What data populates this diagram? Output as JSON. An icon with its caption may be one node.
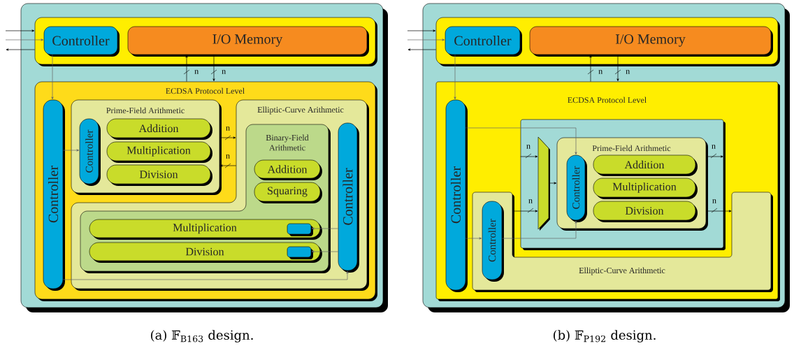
{
  "diagram": {
    "nodes": [
      {
        "text": [],
        "shape": "box",
        "beside": [
          "(a) 𝔽$_{B163}$ design."
        ]
      },
      {
        "text": [],
        "shape": "box",
        "in": 0
      },
      {
        "text": [
          "Controller"
        ],
        "in": 1
      },
      {
        "text": [
          "I/O Memory"
        ],
        "in": 1
      },
      {
        "text": [
          "ECDSA Protocol Level"
        ],
        "in": 0
      },
      {
        "text": [
          "Controller"
        ],
        "in": 4
      },
      {
        "text": [
          "Prime-Field Arithmetic"
        ],
        "in": 4
      },
      {
        "text": [
          "Controller"
        ],
        "in": 6
      },
      {
        "text": [
          "Addition"
        ],
        "in": 6
      },
      {
        "text": [
          "Multiplication"
        ],
        "in": 6
      },
      {
        "text": [
          "Division"
        ],
        "in": 6
      },
      {
        "text": [
          "Elliptic-Curve Arithmetic"
        ],
        "in": 4
      },
      {
        "text": [
          "Binary-Field Arithmetic"
        ],
        "in": 11
      },
      {
        "text": [
          "Addition"
        ],
        "in": 12
      },
      {
        "text": [
          "Squaring"
        ],
        "in": 12
      },
      {
        "text": [
          "Multiplication"
        ],
        "in": 12
      },
      {
        "text": [],
        "shape": "box",
        "in": 15
      },
      {
        "text": [
          "Division"
        ],
        "in": 12
      },
      {
        "text": [],
        "shape": "box",
        "in": 17
      },
      {
        "text": [
          "Controller"
        ],
        "in": 11
      },
      {
        "text": [],
        "shape": "box",
        "beside": [
          "(b) 𝔽$_{P192}$ design."
        ]
      },
      {
        "text": [],
        "shape": "box",
        "in": 20
      },
      {
        "text": [
          "Controller"
        ],
        "in": 21
      },
      {
        "text": [
          "I/O Memory"
        ],
        "in": 21
      },
      {
        "text": [
          "ECDSA Protocol Level"
        ],
        "in": 20
      },
      {
        "text": [
          "Controller"
        ],
        "in": 24
      },
      {
        "text": [
          "Elliptic-Curve Arithmetic"
        ],
        "in": 24
      },
      {
        "text": [
          "Controller"
        ],
        "in": 26
      },
      {
        "text": [],
        "shape": "box",
        "in": 24
      },
      {
        "text": [],
        "shape": "trapezoid",
        "in": 28
      },
      {
        "text": [
          "Prime-Field Arithmetic"
        ],
        "in": 28
      },
      {
        "text": [
          "Controller"
        ],
        "in": 30
      },
      {
        "text": [
          "Addition"
        ],
        "in": 30
      },
      {
        "text": [
          "Multiplication"
        ],
        "in": 30
      },
      {
        "text": [
          "Division"
        ],
        "in": 30
      }
    ],
    "edges": [
      {
        "from": null,
        "to": 1,
        "arrow": "to"
      },
      {
        "from": null,
        "to": 2,
        "arrow": "to",
        "color": "#666666"
      },
      {
        "from": 1,
        "to": null,
        "arrow": "to"
      },
      {
        "from": 2,
        "to": 5,
        "arrow": "to",
        "color": "#666666"
      },
      {
        "from": 4,
        "to": 3,
        "arrow": "to",
        "label": "n"
      },
      {
        "from": 3,
        "to": 4,
        "arrow": "to",
        "label": "n"
      },
      {
        "from": 5,
        "to": 7,
        "arrow": "to",
        "color": "#666666"
      },
      {
        "from": 6,
        "to": 11,
        "arrow": "to",
        "label": "n"
      },
      {
        "from": 11,
        "to": 6,
        "arrow": "to",
        "label": "n"
      },
      {
        "from": 19,
        "to": 16,
        "arrow": "to",
        "color": "#666666"
      },
      {
        "from": 19,
        "to": 18,
        "arrow": "to",
        "color": "#666666"
      },
      {
        "from": 5,
        "to": 19,
        "arrow": "to",
        "color": "#666666"
      },
      {
        "from": null,
        "to": 21,
        "arrow": "to"
      },
      {
        "from": null,
        "to": 22,
        "arrow": "to",
        "color": "#666666"
      },
      {
        "from": 21,
        "to": null,
        "arrow": "to"
      },
      {
        "from": 22,
        "to": 25,
        "arrow": "to",
        "color": "#666666"
      },
      {
        "from": 24,
        "to": 23,
        "arrow": "to",
        "label": "n"
      },
      {
        "from": 23,
        "to": 24,
        "arrow": "to",
        "label": "n"
      },
      {
        "from": 25,
        "to": 31,
        "arrow": "to",
        "color": "#666666"
      },
      {
        "from": 25,
        "to": 27,
        "arrow": "to",
        "color": "#666666"
      },
      {
        "from": 27,
        "to": 31,
        "arrow": "to",
        "color": "#666666"
      },
      {
        "from": 28,
        "to": 29,
        "arrow": "to",
        "label": "n"
      },
      {
        "from": 26,
        "to": 29,
        "arrow": "to",
        "label": "n"
      },
      {
        "from": 29,
        "to": 30,
        "arrow": "to"
      },
      {
        "from": 30,
        "to": 28,
        "arrow": "to",
        "label": "n"
      },
      {
        "from": 30,
        "to": 26,
        "arrow": "to",
        "label": "n"
      }
    ]
  }
}
